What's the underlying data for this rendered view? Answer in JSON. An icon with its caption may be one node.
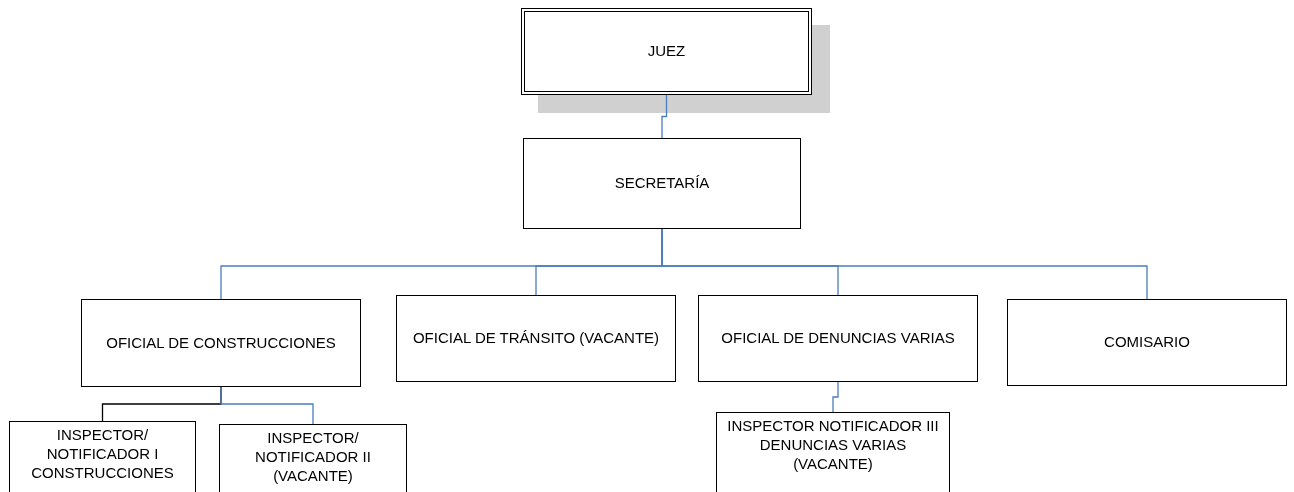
{
  "diagram": {
    "nodes": [
      {
        "text": [
          "JUEZ"
        ]
      },
      {
        "text": [
          "SECRETARÍA"
        ]
      },
      {
        "text": [
          "OFICIAL DE CONSTRUCCIONES"
        ]
      },
      {
        "text": [
          "OFICIAL DE TRÁNSITO (VACANTE)"
        ]
      },
      {
        "text": [
          "OFICIAL DE DENUNCIAS VARIAS"
        ]
      },
      {
        "text": [
          "COMISARIO"
        ]
      },
      {
        "text": [
          "INSPECTOR/ NOTIFICADOR I CONSTRUCCIONES"
        ]
      },
      {
        "text": [
          "INSPECTOR/ NOTIFICADOR II (VACANTE)"
        ]
      },
      {
        "text": [
          "INSPECTOR NOTIFICADOR III DENUNCIAS VARIAS (VACANTE)"
        ]
      }
    ],
    "edges": [
      {
        "from": 0,
        "to": 1,
        "arrow": "none"
      },
      {
        "from": 1,
        "to": 2,
        "arrow": "none"
      },
      {
        "from": 1,
        "to": 3,
        "arrow": "none"
      },
      {
        "from": 1,
        "to": 4,
        "arrow": "none"
      },
      {
        "from": 1,
        "to": 5,
        "arrow": "none"
      },
      {
        "from": 2,
        "to": 6,
        "arrow": "none",
        "color": "#000000"
      },
      {
        "from": 2,
        "to": 7,
        "arrow": "none"
      },
      {
        "from": 4,
        "to": 8,
        "arrow": "none"
      }
    ]
  }
}
